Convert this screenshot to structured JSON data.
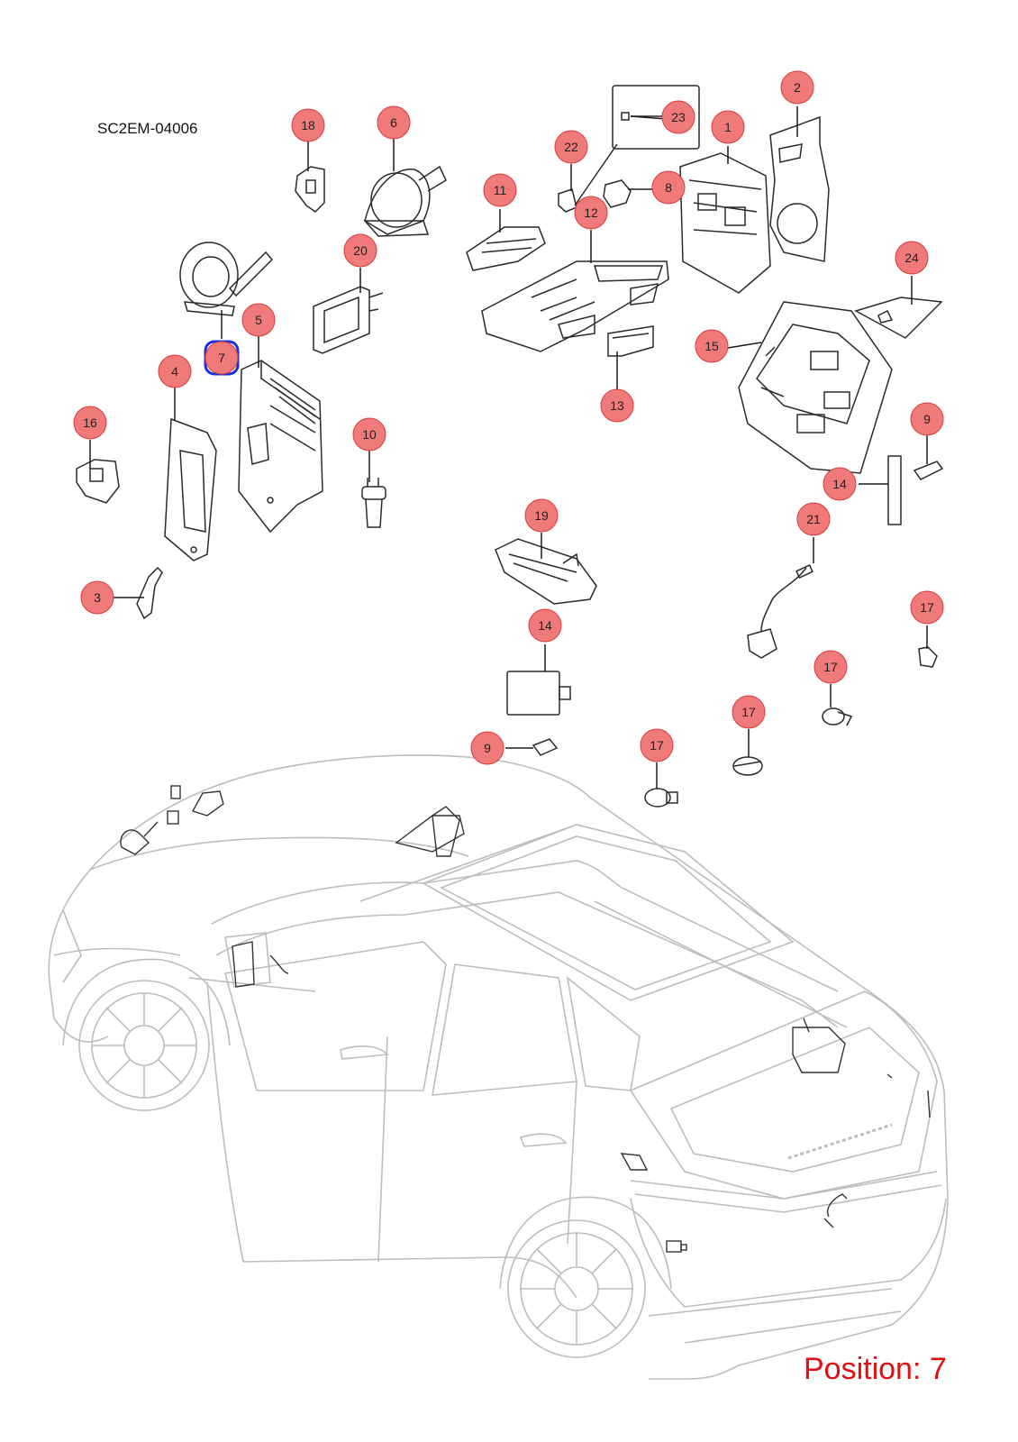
{
  "diagram_code": "SC2EM-04006",
  "position_label": "Position: 7",
  "selected_callout": "7",
  "colors": {
    "callout_fill": "#f07a7a",
    "callout_stroke": "#d83b3b",
    "selected_outline": "#1a2fe0",
    "position_text": "#e01010",
    "car_outline": "#bdbdbd",
    "part_outline": "#2a2a2a"
  },
  "callouts": [
    {
      "id": "c1",
      "label": "1"
    },
    {
      "id": "c2",
      "label": "2"
    },
    {
      "id": "c3",
      "label": "3"
    },
    {
      "id": "c4",
      "label": "4"
    },
    {
      "id": "c5",
      "label": "5"
    },
    {
      "id": "c6",
      "label": "6"
    },
    {
      "id": "c7",
      "label": "7"
    },
    {
      "id": "c8",
      "label": "8"
    },
    {
      "id": "c9a",
      "label": "9"
    },
    {
      "id": "c9b",
      "label": "9"
    },
    {
      "id": "c10",
      "label": "10"
    },
    {
      "id": "c11",
      "label": "11"
    },
    {
      "id": "c12",
      "label": "12"
    },
    {
      "id": "c13",
      "label": "13"
    },
    {
      "id": "c14a",
      "label": "14"
    },
    {
      "id": "c14b",
      "label": "14"
    },
    {
      "id": "c15",
      "label": "15"
    },
    {
      "id": "c16",
      "label": "16"
    },
    {
      "id": "c17a",
      "label": "17"
    },
    {
      "id": "c17b",
      "label": "17"
    },
    {
      "id": "c17c",
      "label": "17"
    },
    {
      "id": "c17d",
      "label": "17"
    },
    {
      "id": "c18",
      "label": "18"
    },
    {
      "id": "c19",
      "label": "19"
    },
    {
      "id": "c20",
      "label": "20"
    },
    {
      "id": "c21",
      "label": "21"
    },
    {
      "id": "c22",
      "label": "22"
    },
    {
      "id": "c23",
      "label": "23"
    },
    {
      "id": "c24",
      "label": "24"
    }
  ]
}
